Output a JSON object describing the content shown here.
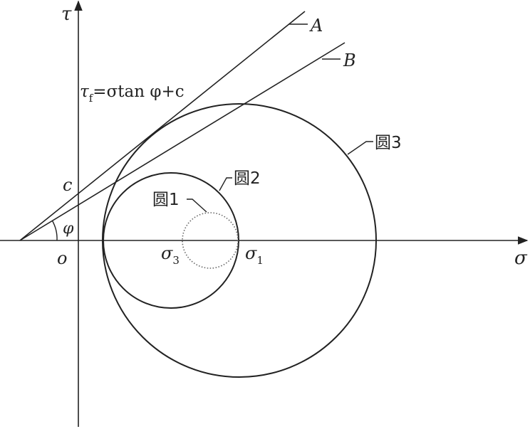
{
  "axes": {
    "tau_label": "τ",
    "sigma_label": "σ",
    "origin_label": "o"
  },
  "envelope": {
    "formula_tau": "τ",
    "formula_sub": "f",
    "formula_rest": "=σtan φ+c",
    "c_label": "c",
    "phi_label": "φ",
    "line_a_label": "A",
    "line_b_label": "B"
  },
  "stresses": {
    "sigma3_base": "σ",
    "sigma3_sub": "3",
    "sigma1_base": "σ",
    "sigma1_sub": "1"
  },
  "circles": {
    "circle1_label": "圆1",
    "circle2_label": "圆2",
    "circle3_label": "圆3"
  },
  "colors": {
    "line": "#222222",
    "dotted_circle": "#666666"
  }
}
